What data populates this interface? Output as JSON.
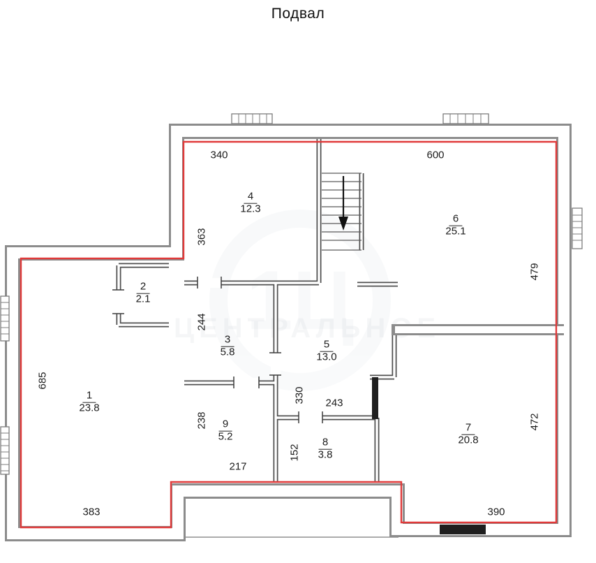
{
  "title": "Подвал",
  "watermark": {
    "monogram": "1Ц",
    "label": "ЦЕНТРАЛЬНОЕ"
  },
  "rooms": [
    {
      "num": "1",
      "area": "23.8"
    },
    {
      "num": "2",
      "area": "2.1"
    },
    {
      "num": "3",
      "area": "5.8"
    },
    {
      "num": "4",
      "area": "12.3"
    },
    {
      "num": "5",
      "area": "13.0"
    },
    {
      "num": "6",
      "area": "25.1"
    },
    {
      "num": "7",
      "area": "20.8"
    },
    {
      "num": "8",
      "area": "3.8"
    },
    {
      "num": "9",
      "area": "5.2"
    }
  ],
  "dims": {
    "top_left": "340",
    "top_right": "600",
    "room4_left": "363",
    "room6_right": "479",
    "room3_left": "244",
    "room1_left": "685",
    "hall_height": "330",
    "hall_width": "243",
    "room9_left": "238",
    "room9_bottom": "217",
    "room8_left": "152",
    "room7_right": "472",
    "bottom_left": "383",
    "bottom_right": "390"
  },
  "colors": {
    "boundary": "#e03a3a",
    "wall": "#8c8c8c",
    "wall_dark": "#4f4f4f",
    "ink": "#1b1b1b"
  }
}
